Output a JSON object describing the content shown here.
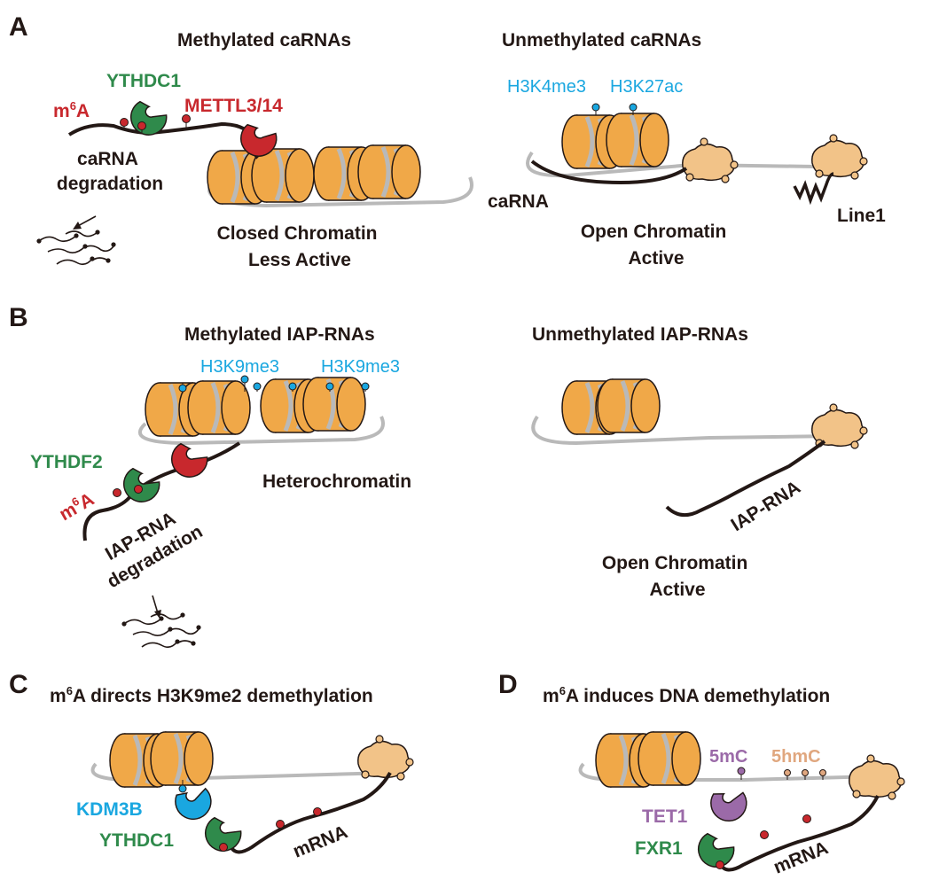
{
  "colors": {
    "red": "#c8282d",
    "green": "#2f8a4b",
    "blue": "#1aa7e0",
    "dark": "#231815",
    "purple": "#9b6aa8",
    "peach": "#e0a77f",
    "nucleosome": "#f0a848",
    "dna": "#b9b9b9",
    "polymerase": "#f2c388"
  },
  "panels": {
    "A": {
      "letter": "A",
      "left_title": "Methylated caRNAs",
      "right_title": "Unmethylated caRNAs",
      "reader": "YTHDC1",
      "mark": "m",
      "mark_sup": "6",
      "mark_base": "A",
      "writer": "METTL3/14",
      "degradation_line1": "caRNA",
      "degradation_line2": "degradation",
      "left_state_line1": "Closed Chromatin",
      "left_state_line2": "Less Active",
      "histone1": "H3K4me3",
      "histone2": "H3K27ac",
      "rna_label": "caRNA",
      "right_state_line1": "Open Chromatin",
      "right_state_line2": "Active",
      "line1": "Line1"
    },
    "B": {
      "letter": "B",
      "left_title": "Methylated IAP-RNAs",
      "right_title": "Unmethylated IAP-RNAs",
      "histone1": "H3K9me3",
      "histone2": "H3K9me3",
      "reader": "YTHDF2",
      "mark": "m",
      "mark_sup": "6",
      "mark_base": "A",
      "degradation_line1": "IAP-RNA",
      "degradation_line2": "degradation",
      "left_state": "Heterochromatin",
      "rna_label": "IAP-RNA",
      "right_state_line1": "Open Chromatin",
      "right_state_line2": "Active"
    },
    "C": {
      "letter": "C",
      "title_m": "m",
      "title_sup": "6",
      "title_rest": "A directs H3K9me2 demethylation",
      "eraser": "KDM3B",
      "reader": "YTHDC1",
      "rna_label": "mRNA"
    },
    "D": {
      "letter": "D",
      "title_m": "m",
      "title_sup": "6",
      "title_rest": "A induces DNA demethylation",
      "mark1": "5mC",
      "mark2": "5hmC",
      "enzyme": "TET1",
      "reader": "FXR1",
      "rna_label": "mRNA"
    }
  }
}
